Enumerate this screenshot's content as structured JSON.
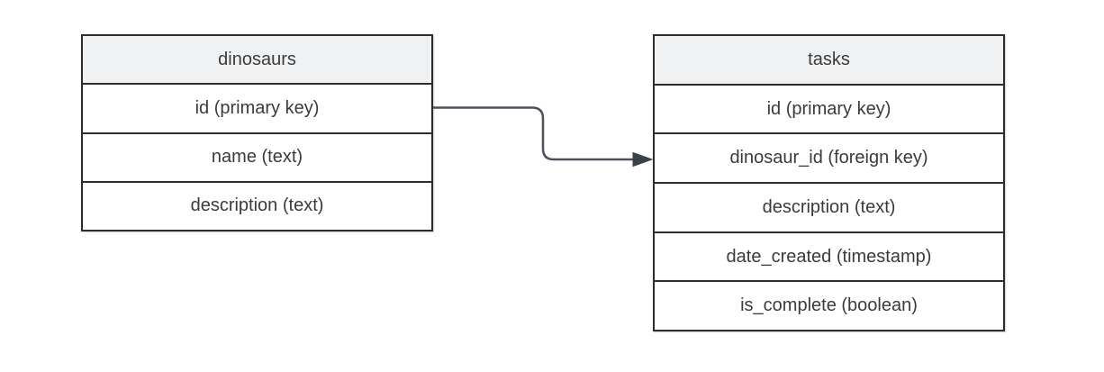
{
  "diagram": {
    "type": "entity-relationship",
    "tables": [
      {
        "name": "dinosaurs",
        "fields": [
          "id (primary key)",
          "name (text)",
          "description (text)"
        ]
      },
      {
        "name": "tasks",
        "fields": [
          "id (primary key)",
          "dinosaur_id (foreign key)",
          "description (text)",
          "date_created (timestamp)",
          "is_complete (boolean)"
        ]
      }
    ],
    "relationship": {
      "from_table": "dinosaurs",
      "from_field": "id (primary key)",
      "to_table": "tasks",
      "to_field": "dinosaur_id (foreign key)",
      "arrow_style": "filled-triangle"
    },
    "colors": {
      "background": "#ffffff",
      "table_border": "#2d2d2d",
      "header_fill": "#f0f1f2",
      "row_fill": "#ffffff",
      "text": "#3b3b3b",
      "connector": "#4b525c"
    }
  }
}
